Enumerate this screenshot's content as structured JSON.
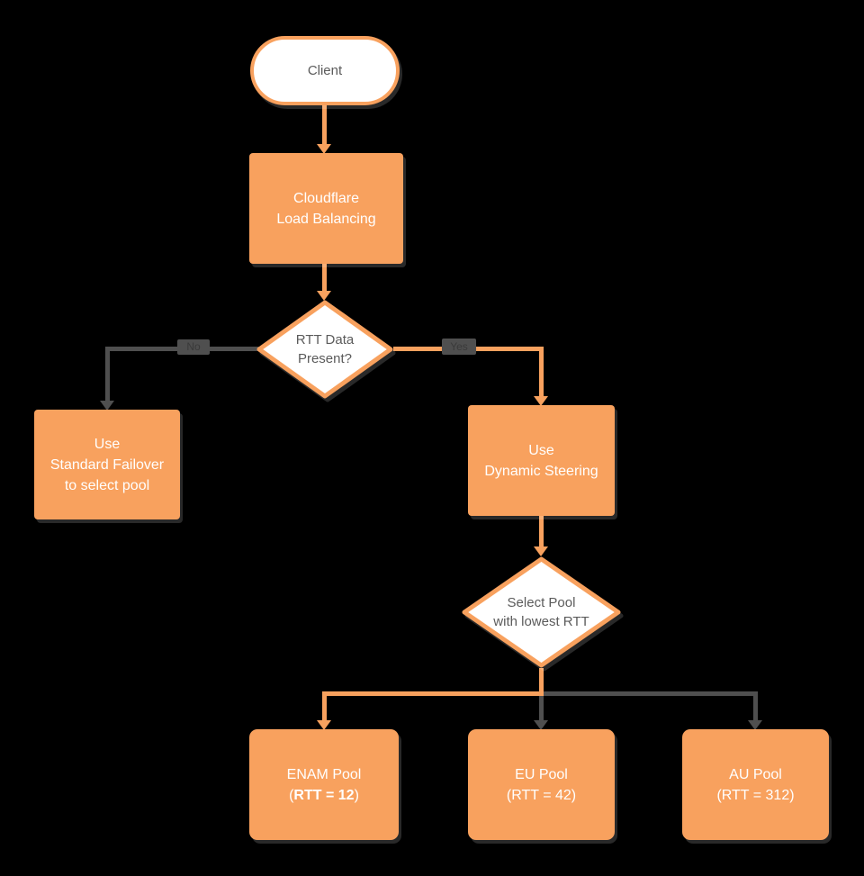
{
  "canvas": {
    "background": "#000000",
    "accent_orange": "#F8A15E",
    "line_gray": "#4F4F4F"
  },
  "nodes": {
    "client": {
      "label": "Client"
    },
    "load_balancer": {
      "line1": "Cloudflare",
      "line2": "Load Balancing"
    },
    "rtt_decision": {
      "line1": "RTT Data",
      "line2": "Present?"
    },
    "standard_failover": {
      "line1": "Use",
      "line2": "Standard Failover",
      "line3": "to select pool"
    },
    "dynamic_steering": {
      "line1": "Use",
      "line2": "Dynamic Steering"
    },
    "pool_decision": {
      "line1": "Select Pool",
      "line2": "with lowest RTT"
    },
    "enam_pool": {
      "line1": "ENAM Pool",
      "line2_prefix": "(",
      "line2_bold": "RTT = 12",
      "line2_suffix": ")"
    },
    "eu_pool": {
      "line1": "EU Pool",
      "line2": "(RTT = 42)"
    },
    "au_pool": {
      "line1": "AU Pool",
      "line2": "(RTT = 312)"
    }
  },
  "edges": {
    "no_label": "No",
    "yes_label": "Yes"
  }
}
